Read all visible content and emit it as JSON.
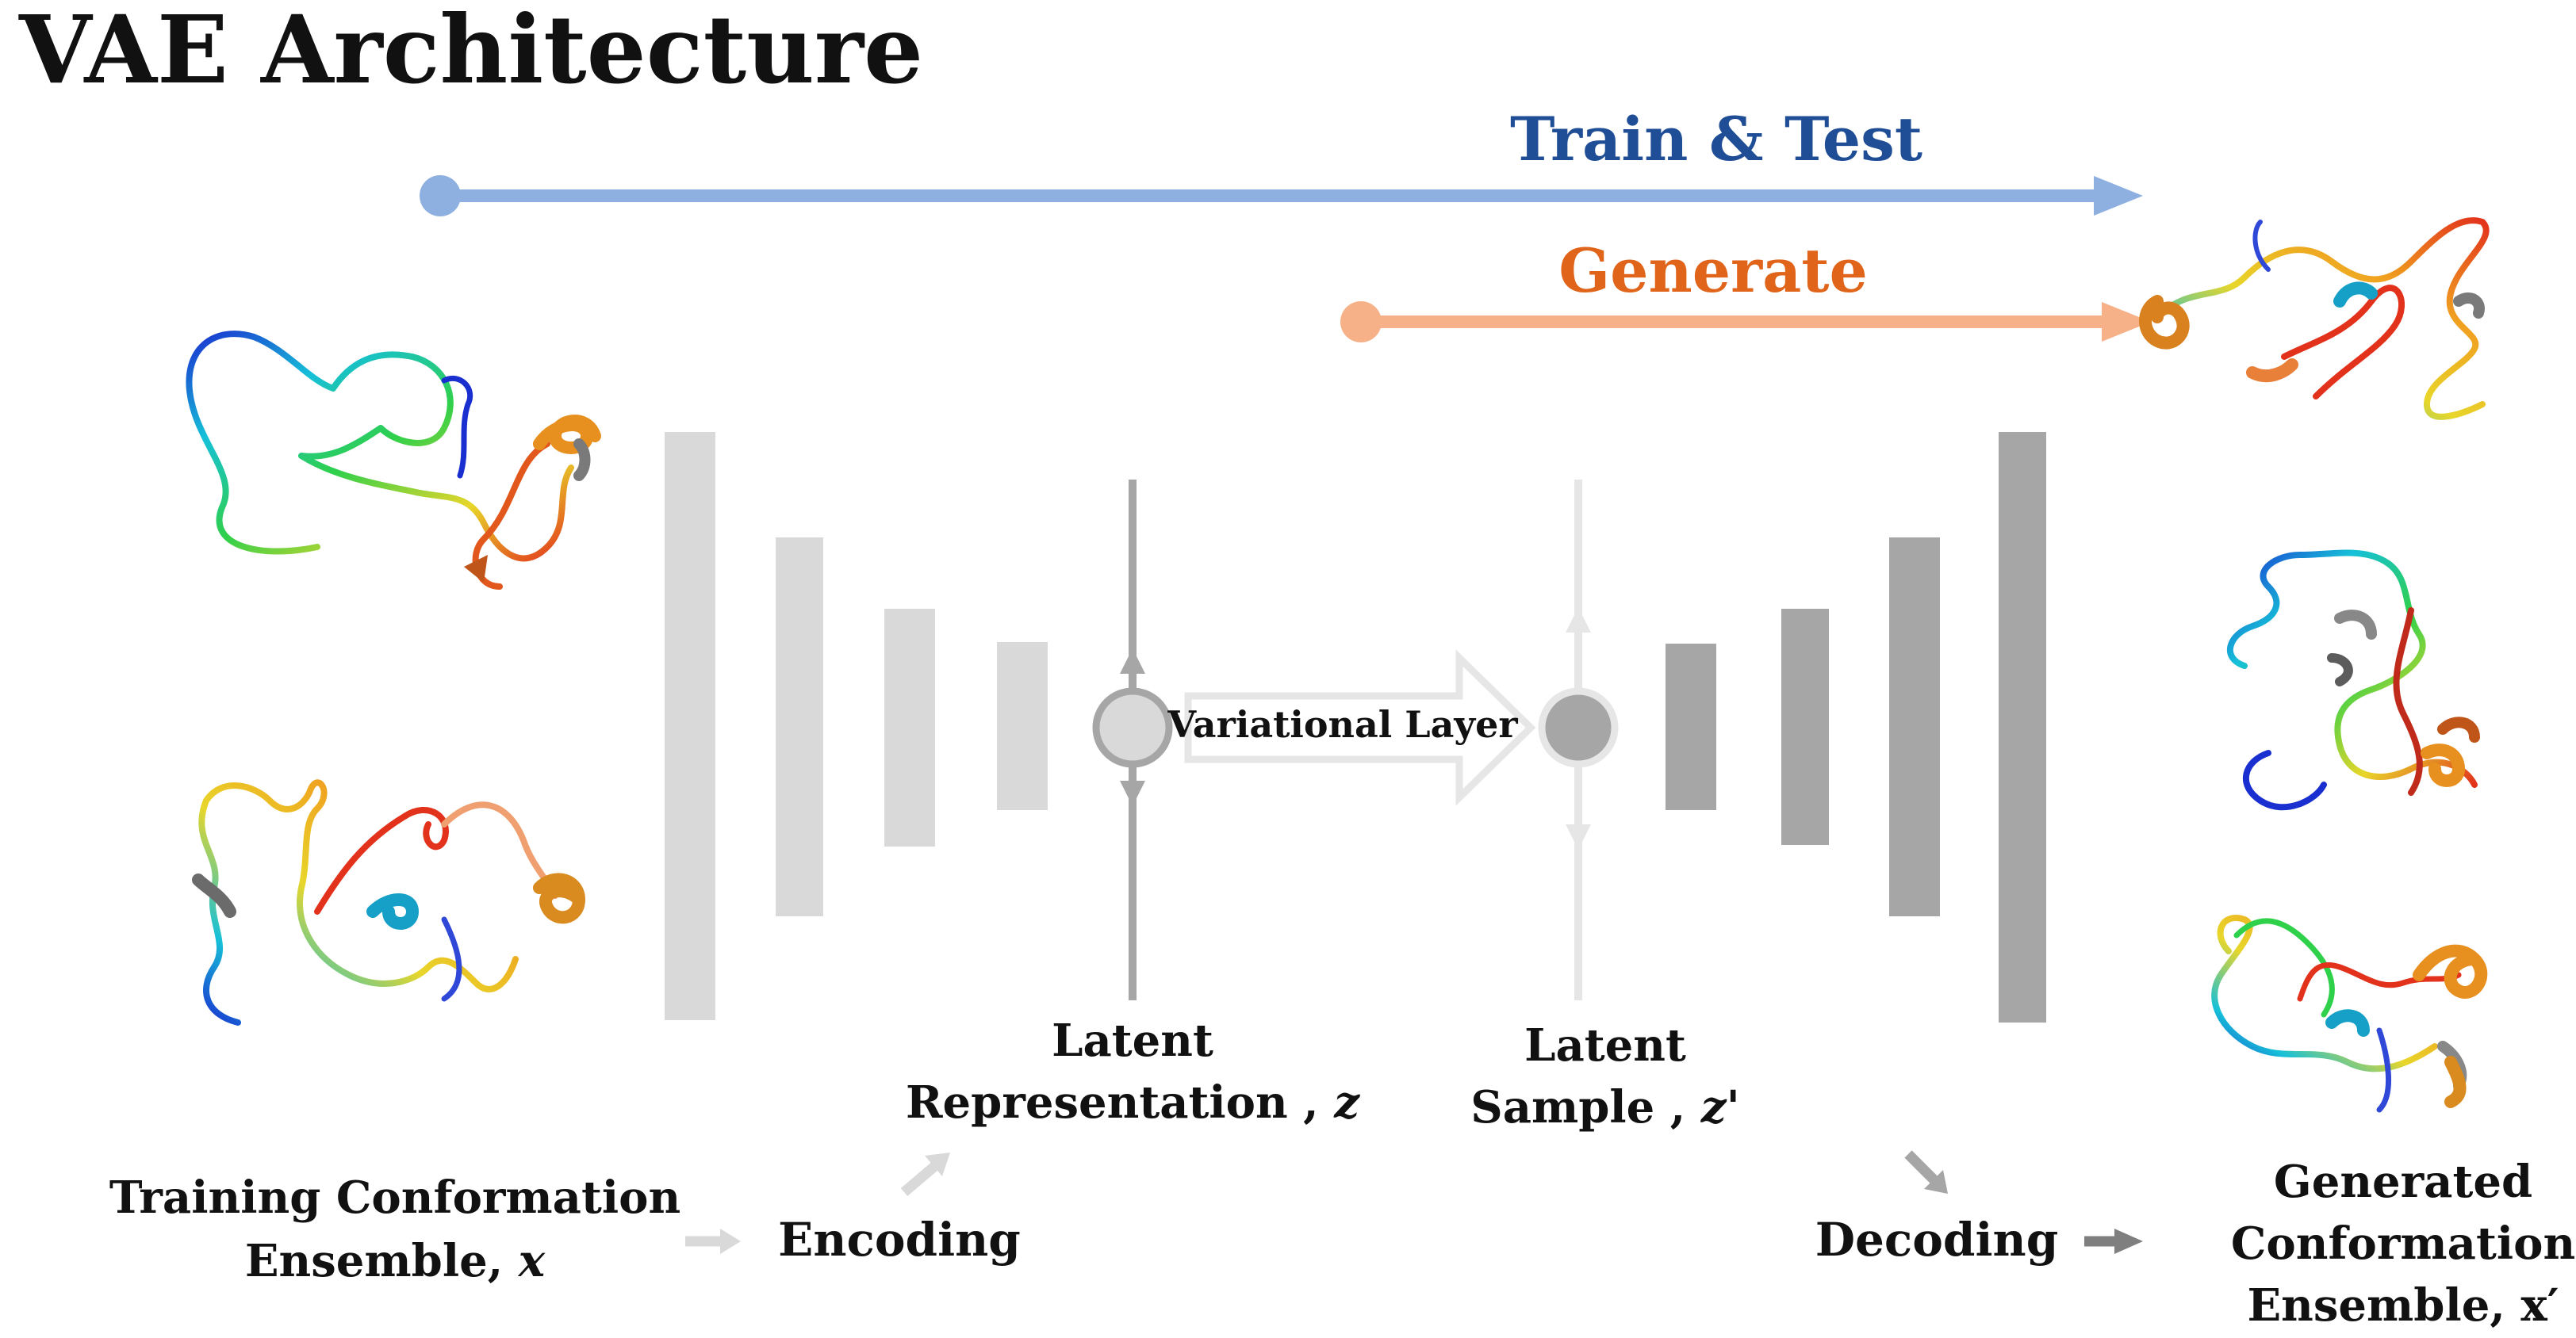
{
  "title": "VAE Architecture",
  "arrows": {
    "train_test": "Train & Test",
    "generate": "Generate"
  },
  "variational_layer": "Variational Layer",
  "latent_representation": {
    "line1": "Latent",
    "line2_text": "Representation , ",
    "line2_var": "z"
  },
  "latent_sample": {
    "line1": "Latent",
    "line2_text": "Sample , ",
    "line2_var": "z'"
  },
  "training_ensemble": {
    "line1": "Training Conformation",
    "line2_text": "Ensemble, ",
    "line2_var": "x"
  },
  "encoding": "Encoding",
  "decoding": "Decoding",
  "generated_ensemble": {
    "line1": "Generated",
    "line2": "Conformation",
    "line3": "Ensemble, x′"
  },
  "colors": {
    "train_test": "#1f4e96",
    "train_test_arrow": "#8db0e0",
    "generate": "#e0651b",
    "generate_arrow": "#f6b189",
    "encoder_bar": "#d9d9d9",
    "decoder_bar": "#a6a6a6",
    "text": "#111111"
  }
}
